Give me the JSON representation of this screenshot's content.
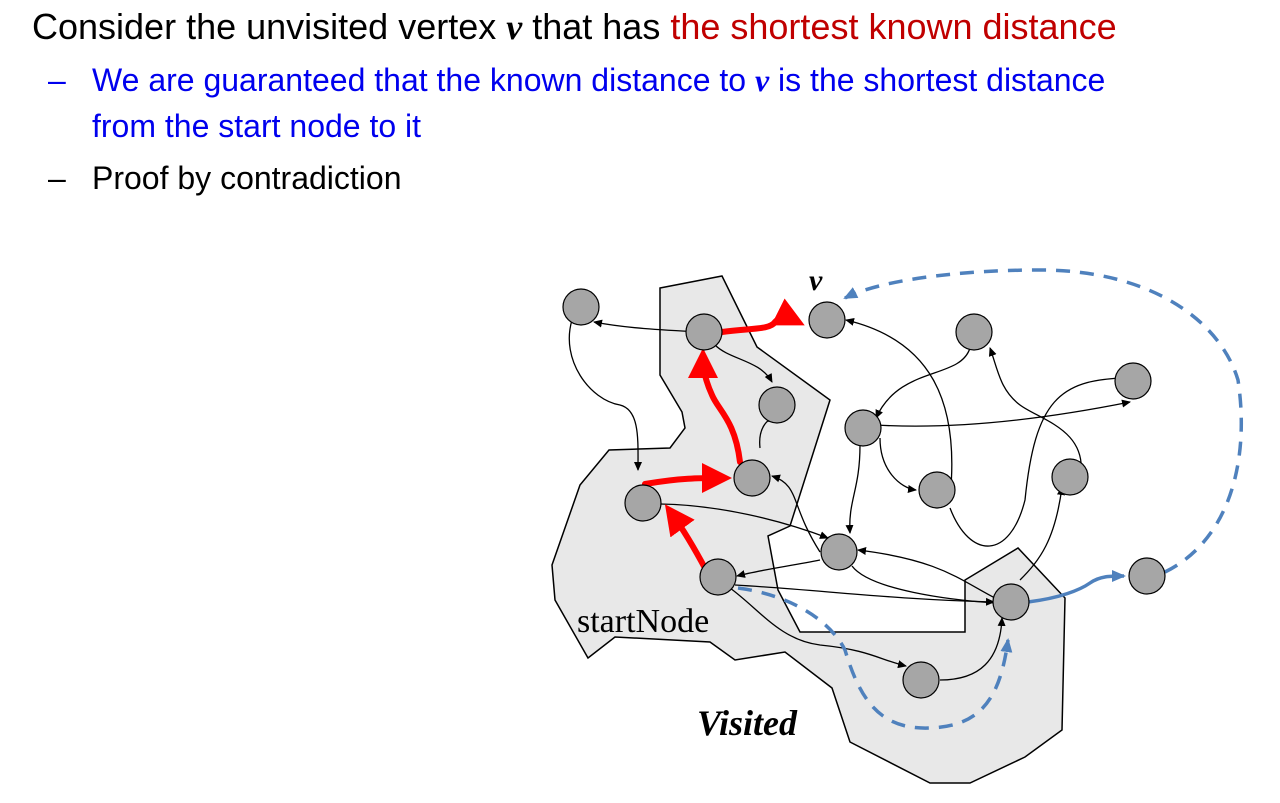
{
  "heading": {
    "prefix": "Consider the unvisited vertex ",
    "var": "v",
    "middle": " that has ",
    "highlight": "the shortest known distance"
  },
  "bullets": [
    {
      "dash": "–",
      "line1_a": "We are guaranteed that the known distance to ",
      "line1_var": "v",
      "line1_b": " is the shortest distance",
      "line2": "from the start node to it"
    },
    {
      "dash": "–",
      "text": "Proof by contradiction"
    }
  ],
  "diagram": {
    "label_v": "v",
    "label_start": "startNode",
    "label_visited": "Visited",
    "colors": {
      "region_fill": "#e8e8e8",
      "node_fill": "#a6a6a6",
      "red_path": "#ff0000",
      "blue_path": "#4f81bd",
      "heading_highlight": "#c00000",
      "bullet_blue": "#0000ee"
    }
  }
}
